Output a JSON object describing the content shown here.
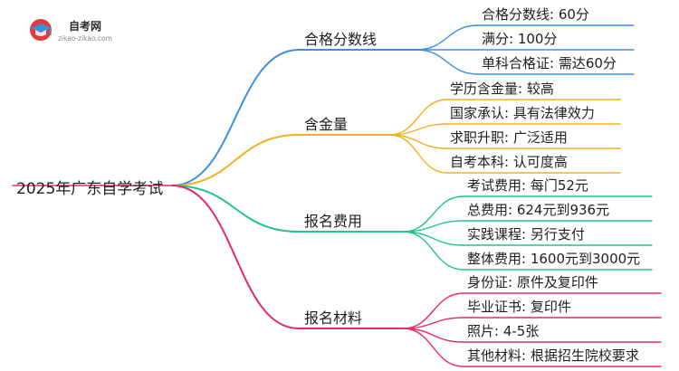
{
  "logo": {
    "brand": "自考网",
    "site": "zikao-zikao.com",
    "icon": "graduation-cap-icon",
    "colors": {
      "red": "#e0393e",
      "blue": "#3a8fd8"
    }
  },
  "root": {
    "label": "2025年广东自学考试"
  },
  "branches": [
    {
      "label": "合格分数线",
      "color": "#3a8ee6",
      "children": [
        "合格分数线: 60分",
        "满分: 100分",
        "单科合格证: 需达60分"
      ]
    },
    {
      "label": "含金量",
      "color": "#f2b01e",
      "children": [
        "学历含金量: 较高",
        "国家承认: 具有法律效力",
        "求职升职: 广泛适用",
        "自考本科: 认可度高"
      ]
    },
    {
      "label": "报名费用",
      "color": "#21c48a",
      "children": [
        "考试费用: 每门52元",
        "总费用: 624元到936元",
        "实践课程: 另行支付",
        "整体费用: 1600元到3000元"
      ]
    },
    {
      "label": "报名材料",
      "color": "#e8276b",
      "children": [
        "身份证: 原件及复印件",
        "毕业证书: 复印件",
        "照片: 4-5张",
        "其他材料: 根据招生院校要求"
      ]
    }
  ]
}
